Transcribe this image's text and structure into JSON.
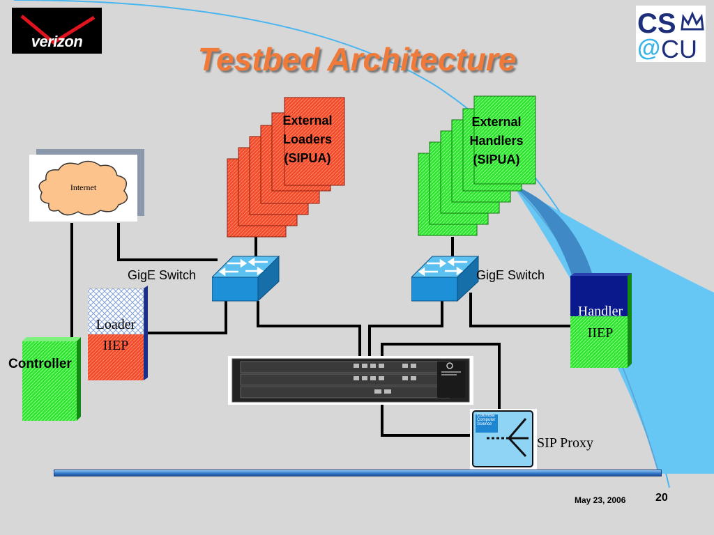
{
  "slide": {
    "title": "Testbed Architecture",
    "logos": {
      "left": "verizon",
      "right_top": "CS",
      "right_bottom_at": "@",
      "right_bottom": "CU"
    },
    "footer": {
      "date": "May 23, 2006",
      "page_number": "20"
    }
  },
  "nodes": {
    "internet": "Internet",
    "external_loaders": [
      "External",
      "Loaders",
      "(SIPUA)"
    ],
    "external_handlers": [
      "External",
      "Handlers",
      "(SIPUA)"
    ],
    "switch_left": "GigE Switch",
    "switch_right": "GigE Switch",
    "loader": {
      "line1": "Loader",
      "line2": "IIEP"
    },
    "handler": {
      "line1": "Handler",
      "line2": "IIEP"
    },
    "controller": "Controller",
    "sip_proxy": "SIP Proxy",
    "sip_proxy_badge": [
      "Columbia",
      "Computer",
      "Science"
    ]
  },
  "colors": {
    "background": "#d7d7d7",
    "title": "#f07a3a",
    "loaders": "#f24a2c",
    "handlers": "#2ee32e",
    "switch": "#1e90d8",
    "handler_top": "#0a1a8c",
    "arc": "#6ec6f0",
    "footer_bar": "#3a7fd0"
  }
}
